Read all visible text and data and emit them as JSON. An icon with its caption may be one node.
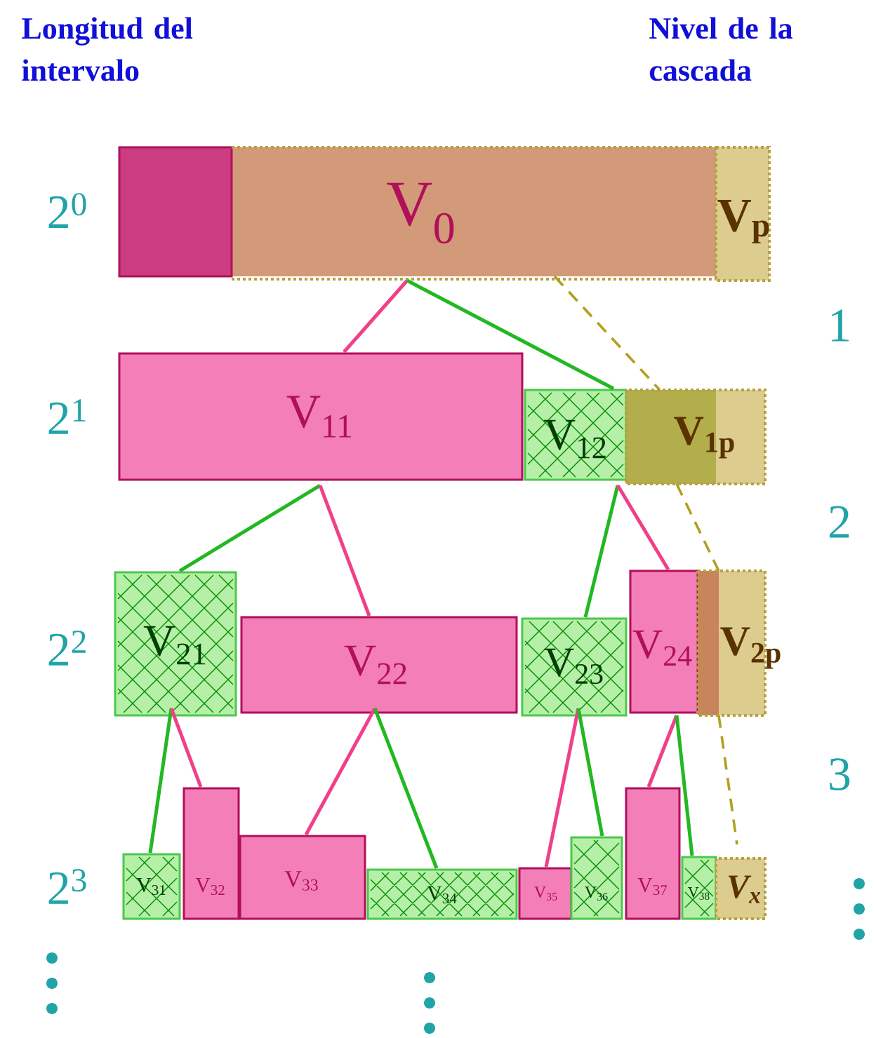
{
  "diagram": {
    "nodes": [
      {
        "text": [
          "V$_{0}$"
        ]
      },
      {
        "text": [
          "V$_{p}$"
        ]
      },
      {
        "text": [
          "V$_{11}$"
        ]
      },
      {
        "text": [
          "V$_{12}$"
        ]
      },
      {
        "text": [
          "V$_{1p}$"
        ]
      },
      {
        "text": [
          "V$_{21}$"
        ]
      },
      {
        "text": [
          "V$_{22}$"
        ]
      },
      {
        "text": [
          "V$_{23}$"
        ]
      },
      {
        "text": [
          "V$_{24}$"
        ]
      },
      {
        "text": [
          "V$_{2p}$"
        ]
      },
      {
        "text": [
          "V$_{31}$"
        ]
      },
      {
        "text": [
          "V$_{32}$"
        ]
      },
      {
        "text": [
          "V$_{33}$"
        ]
      },
      {
        "text": [
          "V$_{34}$"
        ]
      },
      {
        "text": [
          "V$_{35}$"
        ]
      },
      {
        "text": [
          "V$_{36}$"
        ]
      },
      {
        "text": [
          "V$_{37}$"
        ]
      },
      {
        "text": [
          "V$_{38}$"
        ]
      },
      {
        "text": [
          "V$_{x}$"
        ]
      }
    ],
    "edges": [
      {
        "from": 0,
        "to": 2,
        "arrow": "none",
        "color": "#f0408a"
      },
      {
        "from": 0,
        "to": 3,
        "arrow": "none",
        "color": "#22b822"
      },
      {
        "from": 2,
        "to": 5,
        "arrow": "none",
        "color": "#22b822"
      },
      {
        "from": 2,
        "to": 6,
        "arrow": "none",
        "color": "#f0408a"
      },
      {
        "from": 3,
        "to": 7,
        "arrow": "none",
        "color": "#22b822"
      },
      {
        "from": 3,
        "to": 8,
        "arrow": "none",
        "color": "#f0408a"
      },
      {
        "from": 5,
        "to": 10,
        "arrow": "none",
        "color": "#22b822"
      },
      {
        "from": 5,
        "to": 11,
        "arrow": "none",
        "color": "#f0408a"
      },
      {
        "from": 6,
        "to": 12,
        "arrow": "none",
        "color": "#f0408a"
      },
      {
        "from": 6,
        "to": 13,
        "arrow": "none",
        "color": "#22b822"
      },
      {
        "from": 7,
        "to": 14,
        "arrow": "none",
        "color": "#f0408a"
      },
      {
        "from": 7,
        "to": 15,
        "arrow": "none",
        "color": "#22b822"
      },
      {
        "from": 8,
        "to": 16,
        "arrow": "none",
        "color": "#f0408a"
      },
      {
        "from": 8,
        "to": 17,
        "arrow": "none",
        "color": "#22b822"
      },
      {
        "from": 0,
        "to": 4,
        "arrow": "none",
        "style": "dashed",
        "color": "#b0a020"
      },
      {
        "from": 4,
        "to": 9,
        "arrow": "none",
        "style": "dashed",
        "color": "#b0a020"
      },
      {
        "from": 9,
        "to": 18,
        "arrow": "none",
        "style": "dashed",
        "color": "#b0a020"
      }
    ],
    "labels": [
      "Longitud del intervalo",
      "Nivel de la cascada",
      "2$^{0}$",
      "1",
      "2$^{1}$",
      "2",
      "2$^{2}$",
      "3",
      "2$^{3}$"
    ]
  }
}
